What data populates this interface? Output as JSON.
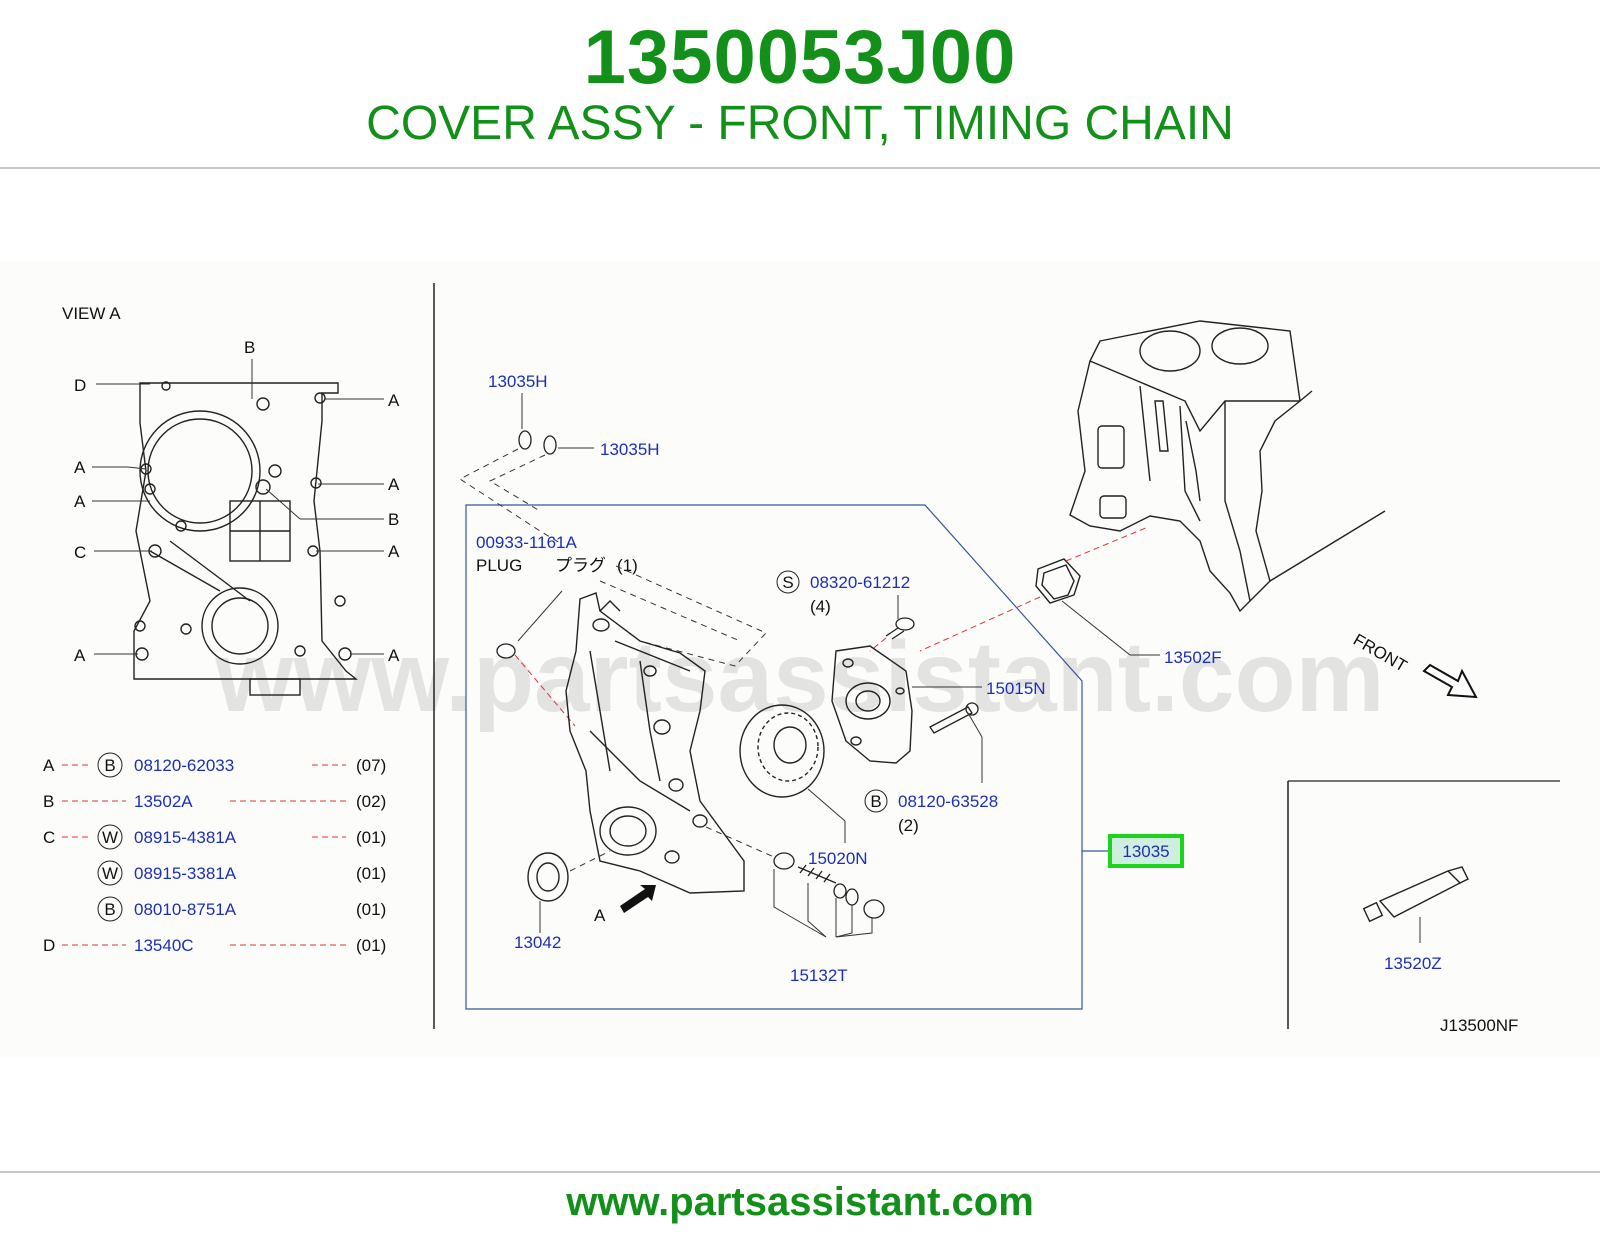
{
  "header": {
    "part_number": "1350053J00",
    "description": "COVER ASSY - FRONT, TIMING CHAIN"
  },
  "footer": {
    "url": "www.partsassistant.com"
  },
  "watermark": "www.partsassistant.com",
  "colors": {
    "brand_green": "#12901a",
    "label_blue": "#1c2fb8",
    "highlight_green": "#1bd41b"
  },
  "view_a": {
    "title": "VIEW   A",
    "callouts": [
      "A",
      "B",
      "C",
      "D"
    ]
  },
  "legend": {
    "rows": [
      {
        "letter": "A",
        "symbol": "B",
        "part": "08120-62033",
        "qty": "(07)"
      },
      {
        "letter": "B",
        "symbol": "",
        "part": "13502A",
        "qty": "(02)"
      },
      {
        "letter": "C",
        "symbol": "W",
        "part": "08915-4381A",
        "qty": "(01)"
      },
      {
        "letter": "",
        "symbol": "W",
        "part": "08915-3381A",
        "qty": "(01)"
      },
      {
        "letter": "",
        "symbol": "B",
        "part": "08010-8751A",
        "qty": "(01)"
      },
      {
        "letter": "D",
        "symbol": "",
        "part": "13540C",
        "qty": "(01)"
      }
    ]
  },
  "callouts": {
    "p13035H_a": "13035H",
    "p13035H_b": "13035H",
    "p00933": "00933-1161A",
    "plug_en": "PLUG",
    "plug_jp": "プラグ",
    "plug_qty": "(1)",
    "sym_s": "S",
    "p08320": "08320-61212",
    "p08320_qty": "(4)",
    "p15015N": "15015N",
    "sym_b": "B",
    "p08120_63528": "08120-63528",
    "p08120_qty": "(2)",
    "p13035": "13035",
    "p15020N": "15020N",
    "p13042": "13042",
    "view_arrow": "A",
    "p15132T": "15132T",
    "p13502F": "13502F",
    "front": "FRONT",
    "p13520Z": "13520Z",
    "diagram_code": "J13500NF"
  }
}
